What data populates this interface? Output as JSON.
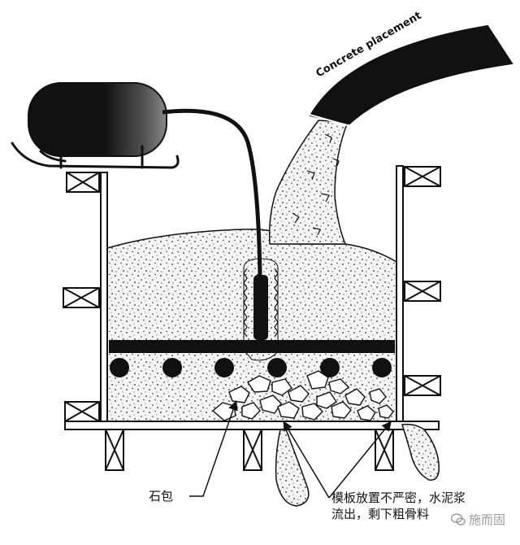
{
  "diagram": {
    "pipe_label": "Concrete placement",
    "stone_pocket_label": "石包",
    "leak_label_line1": "模板放置不严密，水泥浆",
    "leak_label_line2": "流出，剩下粗骨料",
    "watermark_text": "施而固"
  },
  "colors": {
    "ink": "#111111",
    "concrete_fill": "#f4f4f4",
    "paper": "#ffffff"
  },
  "icons": {
    "watermark": "wechat-bubble-icon"
  }
}
